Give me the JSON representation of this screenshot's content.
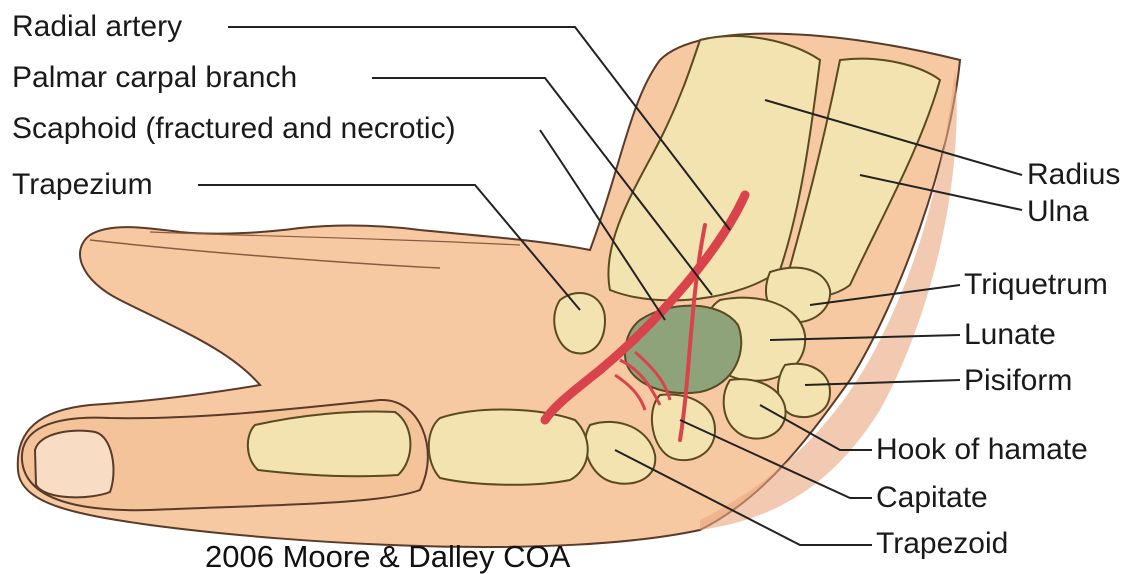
{
  "labels": {
    "radial_artery": "Radial artery",
    "palmar_carpal_branch": "Palmar carpal branch",
    "scaphoid": "Scaphoid (fractured and necrotic)",
    "trapezium": "Trapezium",
    "radius": "Radius",
    "ulna": "Ulna",
    "triquetrum": "Triquetrum",
    "lunate": "Lunate",
    "pisiform": "Pisiform",
    "hook_of_hamate": "Hook of hamate",
    "capitate": "Capitate",
    "trapezoid": "Trapezoid"
  },
  "credit": "2006 Moore & Dalley COA",
  "colors": {
    "skin": "#f6c9a3",
    "skin_shadow": "#e9a77f",
    "bone": "#f2e3b0",
    "bone_shadow": "#d9c07e",
    "artery": "#d9434b",
    "necrotic": "#8ea37a",
    "leader": "#222222"
  }
}
